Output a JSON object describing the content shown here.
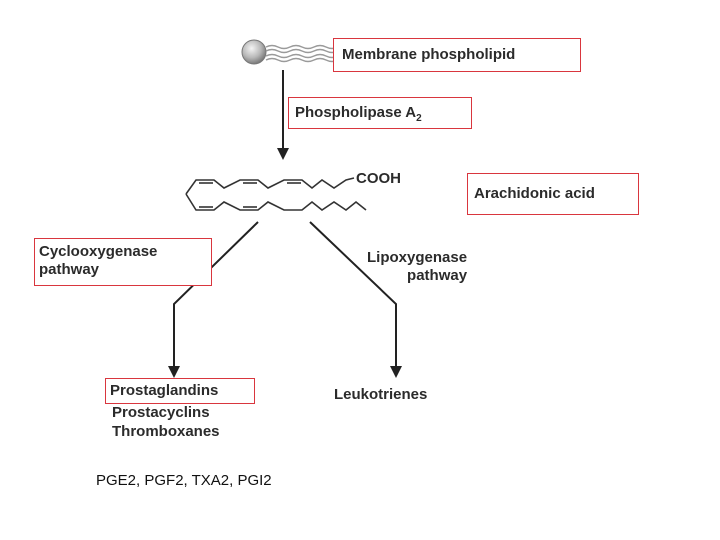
{
  "nodes": {
    "membrane": "Membrane phospholipid",
    "phospholipase_main": "Phospholipase A",
    "phospholipase_sub": "2",
    "cooh": "COOH",
    "arachidonic": "Arachidonic acid",
    "cox_line1": "Cyclooxygenase",
    "cox_line2": "pathway",
    "lox_line1": "Lipoxygenase",
    "lox_line2": "pathway",
    "prostaglandins": "Prostaglandins",
    "prostacyclins": "Prostacyclins",
    "thromboxanes": "Thromboxanes",
    "leukotrienes": "Leukotrienes"
  },
  "footer": {
    "text": "PGE2, PGF2, TXA2, PGI2"
  },
  "colors": {
    "box_border": "#d9363e",
    "text": "#2b2b2b",
    "arrow": "#222222"
  }
}
